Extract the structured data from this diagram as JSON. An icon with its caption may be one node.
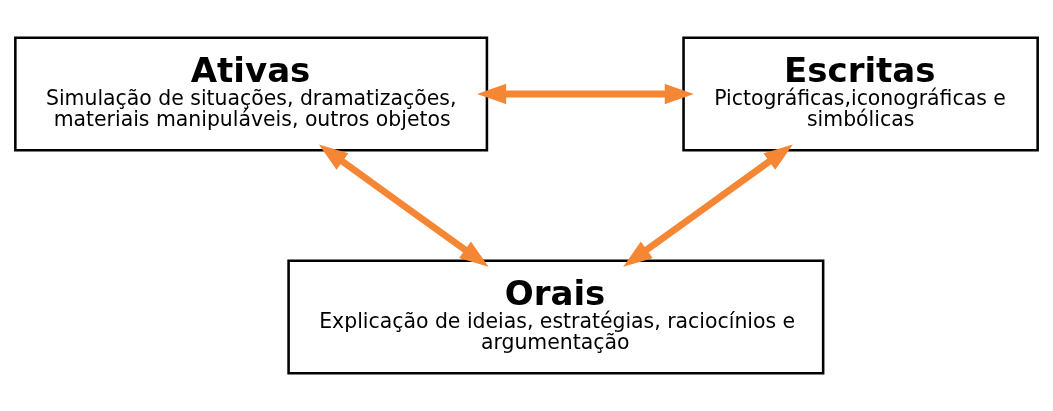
{
  "diagram": {
    "nodes": [
      {
        "text": [
          "Ativas",
          "Simulação de situações, dramatizações, materiais manipuláveis, outros objetos"
        ]
      },
      {
        "text": [
          "Escritas",
          "Pictográficas,iconográficas e simbólicas"
        ]
      },
      {
        "text": [
          "Orais",
          "Explicação de ideias, estratégias, raciocínios e argumentação"
        ]
      }
    ],
    "edges": [
      {
        "from": 0,
        "to": 1,
        "arrow": "both"
      },
      {
        "from": 0,
        "to": 2,
        "arrow": "both"
      },
      {
        "from": 1,
        "to": 2,
        "arrow": "both"
      }
    ]
  }
}
